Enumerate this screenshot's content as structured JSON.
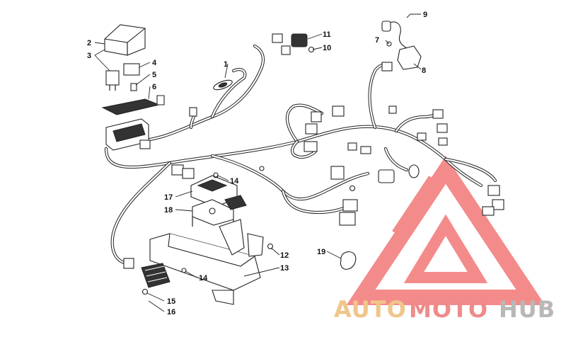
{
  "callouts": {
    "c1": "1",
    "c2": "2",
    "c3": "3",
    "c4": "4",
    "c5": "5",
    "c6": "6",
    "c7": "7",
    "c8": "8",
    "c9": "9",
    "c10": "10",
    "c11": "11",
    "c12": "12",
    "c13": "13",
    "c14a": "14",
    "c14b": "14",
    "c15": "15",
    "c16": "16",
    "c17": "17",
    "c18": "18",
    "c19": "19"
  },
  "watermark": {
    "word_auto": "AUTO",
    "word_moto": "MOTO",
    "word_hub": "HUB",
    "color_auto": "#f0c68a",
    "color_moto": "#f08a8a",
    "color_hub": "#b8b8b8",
    "logo_color": "#f26b6b"
  }
}
